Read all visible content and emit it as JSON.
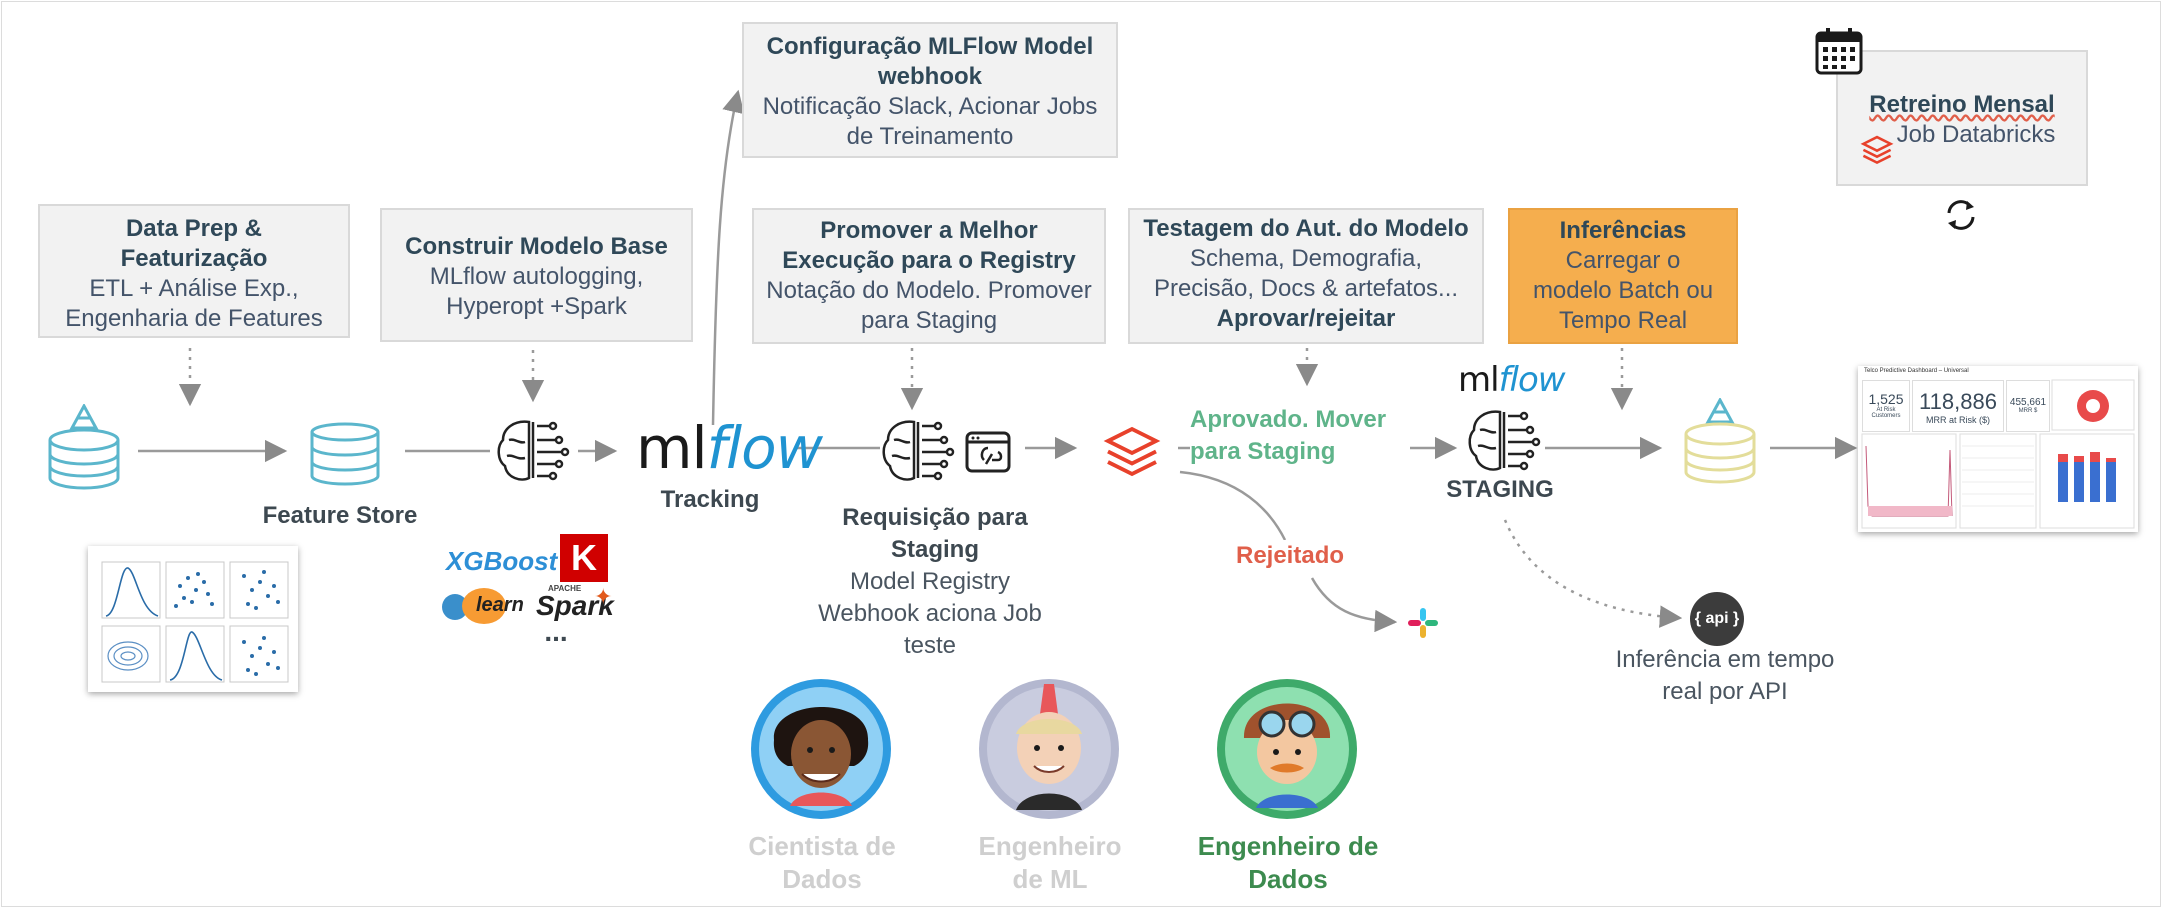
{
  "boxes": {
    "data_prep": {
      "title": "Data Prep & Featurização",
      "body": "ETL + Análise Exp., Engenharia de Features"
    },
    "modelo_base": {
      "title": "Construir Modelo Base",
      "body": "MLflow autologging, Hyperopt +Spark"
    },
    "webhook": {
      "title": "Configuração MLFlow Model webhook",
      "body": "Notificação Slack, Acionar Jobs de Treinamento"
    },
    "promover": {
      "title": "Promover a Melhor Execução para o Registry",
      "body": "Notação do Modelo. Promover para Staging"
    },
    "testagem": {
      "title": "Testagem do Aut. do Modelo",
      "body": "Schema, Demografia, Precisão, Docs & artefatos...",
      "bold": "Aprovar/rejeitar"
    },
    "inferencias": {
      "title": "Inferências",
      "body": "Carregar o modelo Batch ou Tempo Real"
    },
    "retreino": {
      "title": "Retreino Mensal",
      "body": "Job Databricks"
    }
  },
  "labels": {
    "feature_store": "Feature Store",
    "tracking": "Tracking",
    "requisicao_title": "Requisição para Staging",
    "requisicao_body": "Model Registry Webhook aciona Job teste",
    "aprovado": "Aprovado. Mover para Staging",
    "rejeitado": "Rejeitado",
    "staging": "STAGING",
    "inferencia_api": "Inferência em tempo real por API",
    "api_badge": "{ api }",
    "mlflow_ml": "ml",
    "mlflow_flow": "flow",
    "ellipsis": "..."
  },
  "logos": {
    "xgboost": "XGBoost",
    "keras": "K",
    "sklearn": "learn",
    "spark": "Spark",
    "spark_apache": "APACHE"
  },
  "roles": [
    {
      "name": "Cientista de Dados",
      "color": "#cfcfcf"
    },
    {
      "name": "Engenheiro de ML",
      "color": "#cfcfcf"
    },
    {
      "name": "Engenheiro de Dados",
      "color": "#3d8b4f"
    }
  ],
  "dashboard": {
    "title": "Telco Predictive Dashboard – Universal",
    "kpi1_value": "1,525",
    "kpi1_label": "At Risk Customers",
    "kpi2_value": "118,886",
    "kpi2_label": "MRR at Risk ($)",
    "kpi3_value": "455,661",
    "kpi3_label": "MRR $"
  },
  "colors": {
    "box_bg": "#f2f2f2",
    "orange": "#f5ae4e",
    "mlflow_blue": "#1f93d1",
    "delta_blue": "#5bb6cc",
    "databricks_red": "#e8412b",
    "approved_green": "#5fb48a",
    "rejected_red": "#e05f4a"
  },
  "icons": [
    "delta-lake-icon",
    "database-icon",
    "brain-circuit-icon",
    "webhook-icon",
    "databricks-icon",
    "slack-icon",
    "calendar-icon",
    "refresh-icon",
    "api-icon"
  ]
}
